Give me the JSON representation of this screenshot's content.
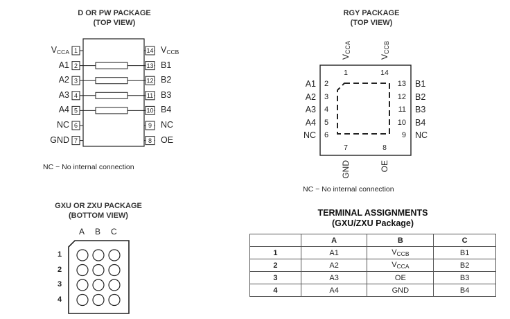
{
  "d_pw": {
    "title1": "D OR PW PACKAGE",
    "title2": "(TOP VIEW)",
    "left_pins": [
      {
        "name": "V",
        "sub": "CCA",
        "num": "1"
      },
      {
        "name": "A1",
        "num": "2"
      },
      {
        "name": "A2",
        "num": "3"
      },
      {
        "name": "A3",
        "num": "4"
      },
      {
        "name": "A4",
        "num": "5"
      },
      {
        "name": "NC",
        "num": "6"
      },
      {
        "name": "GND",
        "num": "7"
      }
    ],
    "right_pins": [
      {
        "name": "V",
        "sub": "CCB",
        "num": "14"
      },
      {
        "name": "B1",
        "num": "13"
      },
      {
        "name": "B2",
        "num": "12"
      },
      {
        "name": "B3",
        "num": "11"
      },
      {
        "name": "B4",
        "num": "10"
      },
      {
        "name": "NC",
        "num": "9"
      },
      {
        "name": "OE",
        "num": "8"
      }
    ],
    "note": "NC − No internal connection"
  },
  "rgy": {
    "title1": "RGY PACKAGE",
    "title2": "(TOP VIEW)",
    "top_labels": [
      "VCCA",
      "VCCB"
    ],
    "top_nums": [
      "1",
      "14"
    ],
    "left_pins": [
      {
        "name": "A1",
        "num": "2"
      },
      {
        "name": "A2",
        "num": "3"
      },
      {
        "name": "A3",
        "num": "4"
      },
      {
        "name": "A4",
        "num": "5"
      },
      {
        "name": "NC",
        "num": "6"
      }
    ],
    "right_pins": [
      {
        "name": "B1",
        "num": "13"
      },
      {
        "name": "B2",
        "num": "12"
      },
      {
        "name": "B3",
        "num": "11"
      },
      {
        "name": "B4",
        "num": "10"
      },
      {
        "name": "NC",
        "num": "9"
      }
    ],
    "bottom_nums": [
      "7",
      "8"
    ],
    "bottom_labels": [
      "GND",
      "OE"
    ],
    "note": "NC − No internal connection"
  },
  "gxu": {
    "title1": "GXU OR ZXU PACKAGE",
    "title2": "(BOTTOM VIEW)",
    "cols": [
      "A",
      "B",
      "C"
    ],
    "rows": [
      "1",
      "2",
      "3",
      "4"
    ]
  },
  "terminal": {
    "title1": "TERMINAL ASSIGNMENTS",
    "title2": "(GXU/ZXU Package)",
    "headers": [
      "",
      "A",
      "B",
      "C"
    ],
    "rows": [
      {
        "row": "1",
        "a": "A1",
        "b": "V",
        "b_sub": "CCB",
        "c": "B1"
      },
      {
        "row": "2",
        "a": "A2",
        "b": "V",
        "b_sub": "CCA",
        "c": "B2"
      },
      {
        "row": "3",
        "a": "A3",
        "b": "OE",
        "b_sub": "",
        "c": "B3"
      },
      {
        "row": "4",
        "a": "A4",
        "b": "GND",
        "b_sub": "",
        "c": "B4"
      }
    ]
  }
}
